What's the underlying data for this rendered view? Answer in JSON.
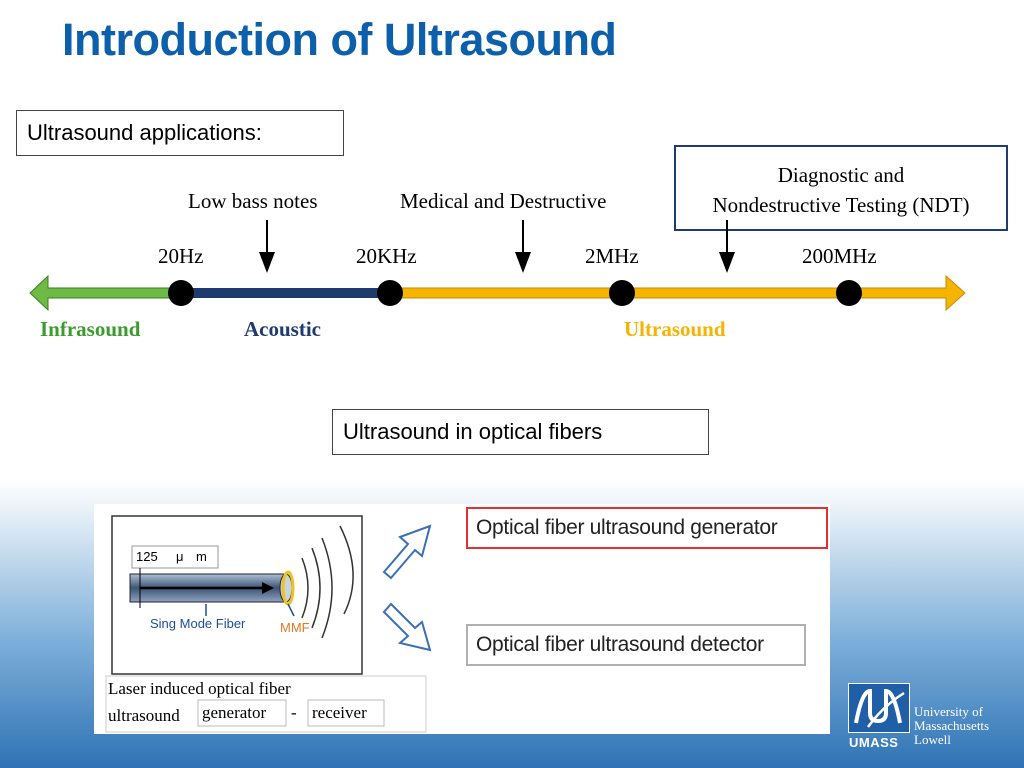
{
  "title": "Introduction of Ultrasound",
  "applications_label": "Ultrasound applications:",
  "annotations": {
    "low_bass": "Low bass notes",
    "medical": "Medical and Destructive",
    "ndt_line1": "Diagnostic and",
    "ndt_line2": "Nondestructive Testing (NDT)"
  },
  "frequencies": [
    "20Hz",
    "20KHz",
    "2MHz",
    "200MHz"
  ],
  "bands": {
    "infrasound": "Infrasound",
    "acoustic": "Acoustic",
    "ultrasound": "Ultrasound"
  },
  "colors": {
    "title": "#0b5fab",
    "infrasound": "#6dbb45",
    "acoustic": "#1f3a6e",
    "ultrasound": "#f5b400"
  },
  "fibers_label": "Ultrasound in optical fibers",
  "figure": {
    "dim_125": "125",
    "dim_mu": "μ",
    "dim_m": "m",
    "smf": "Sing Mode Fiber",
    "mmf": "MMF",
    "caption_line1": "Laser  induced optical fiber",
    "caption_ultrasound": "ultrasound",
    "caption_generator": "generator",
    "caption_dash": "-",
    "caption_receiver": "receiver",
    "generator": "Optical fiber ultrasound generator",
    "detector": "Optical fiber ultrasound detector"
  },
  "logo": {
    "line1": "University of",
    "line2": "Massachusetts",
    "line3": "Lowell",
    "brand": "UMASS"
  }
}
